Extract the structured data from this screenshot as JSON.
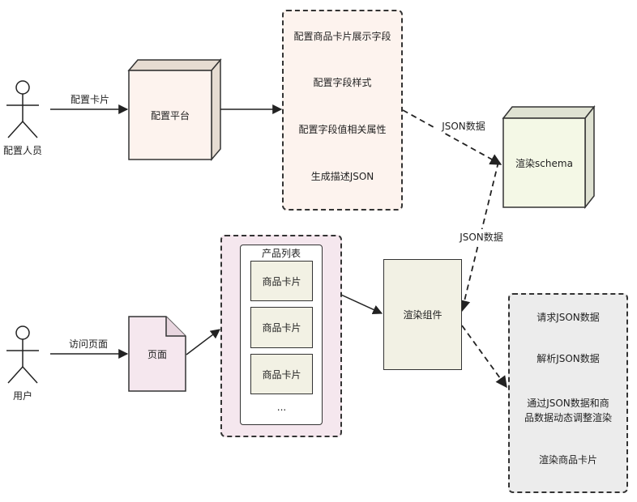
{
  "actors": {
    "config_person": "配置人员",
    "user": "用户"
  },
  "edges": {
    "config_card": "配置卡片",
    "visit_page": "访问页面",
    "json_data_1": "JSON数据",
    "json_data_2": "JSON数据"
  },
  "nodes": {
    "config_platform": "配置平台",
    "render_schema": "渲染schema",
    "page": "页面",
    "render_component": "渲染组件"
  },
  "config_steps": {
    "step1": "配置商品卡片展示字段",
    "step2": "配置字段样式",
    "step3": "配置字段值相关属性",
    "step4": "生成描述JSON"
  },
  "product_list": {
    "title": "产品列表",
    "card1": "商品卡片",
    "card2": "商品卡片",
    "card3": "商品卡片",
    "ellipsis": "..."
  },
  "render_steps": {
    "step1": "请求JSON数据",
    "step2": "解析JSON数据",
    "step3_line1": "通过JSON数据和商",
    "step3_line2": "品数据动态调整渲染",
    "step4": "渲染商品卡片"
  },
  "colors": {
    "config_steps_bg": "#fdf3ee",
    "platform_front": "#fdf3ee",
    "platform_side": "#e6dcd2",
    "schema_front": "#f4f8e6",
    "schema_side": "#dfe2d2",
    "page_bg": "#f5e7ee",
    "product_outer_bg": "#f5e7ee",
    "card_bg": "#f2f1e4",
    "render_component_bg": "#f2f1e4",
    "render_steps_bg": "#ececec"
  }
}
